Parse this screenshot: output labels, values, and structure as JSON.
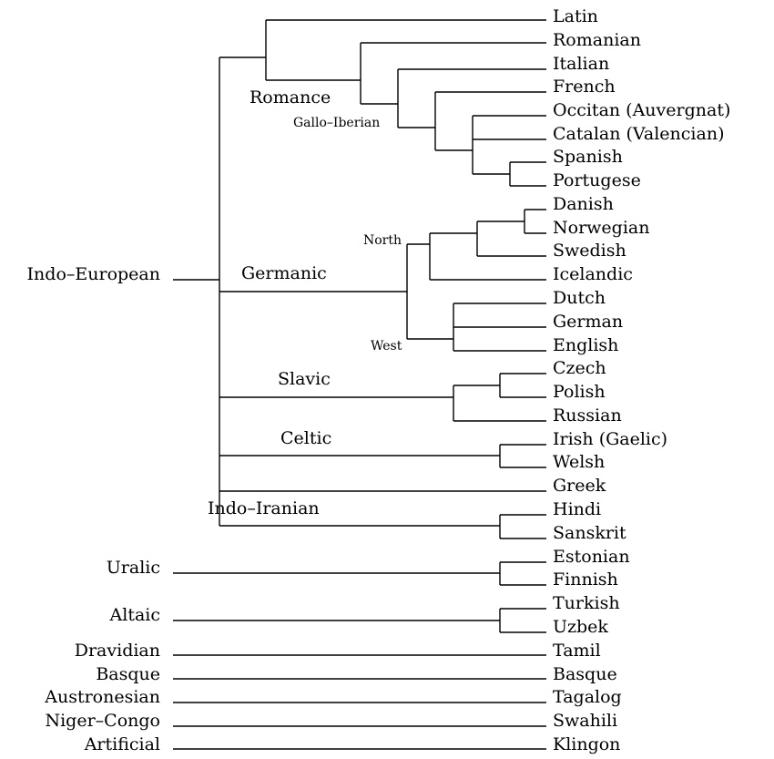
{
  "languages": {
    "latin": "Latin",
    "romanian": "Romanian",
    "italian": "Italian",
    "french": "French",
    "occitan": "Occitan (Auvergnat)",
    "catalan": "Catalan (Valencian)",
    "spanish": "Spanish",
    "portugese": "Portugese",
    "danish": "Danish",
    "norwegian": "Norwegian",
    "swedish": "Swedish",
    "icelandic": "Icelandic",
    "dutch": "Dutch",
    "german": "German",
    "english": "English",
    "czech": "Czech",
    "polish": "Polish",
    "russian": "Russian",
    "irish": "Irish (Gaelic)",
    "welsh": "Welsh",
    "greek": "Greek",
    "hindi": "Hindi",
    "sanskrit": "Sanskrit",
    "estonian": "Estonian",
    "finnish": "Finnish",
    "turkish": "Turkish",
    "uzbek": "Uzbek",
    "tamil": "Tamil",
    "basque": "Basque",
    "tagalog": "Tagalog",
    "swahili": "Swahili",
    "klingon": "Klingon"
  },
  "families": {
    "indo_european": "Indo–European",
    "uralic": "Uralic",
    "altaic": "Altaic",
    "dravidian": "Dravidian",
    "basque": "Basque",
    "austronesian": "Austronesian",
    "niger_congo": "Niger–Congo",
    "artificial": "Artificial"
  },
  "branches": {
    "romance": "Romance",
    "gallo_iberian": "Gallo–Iberian",
    "germanic": "Germanic",
    "north": "North",
    "west": "West",
    "slavic": "Slavic",
    "celtic": "Celtic",
    "indo_iranian": "Indo–Iranian"
  }
}
